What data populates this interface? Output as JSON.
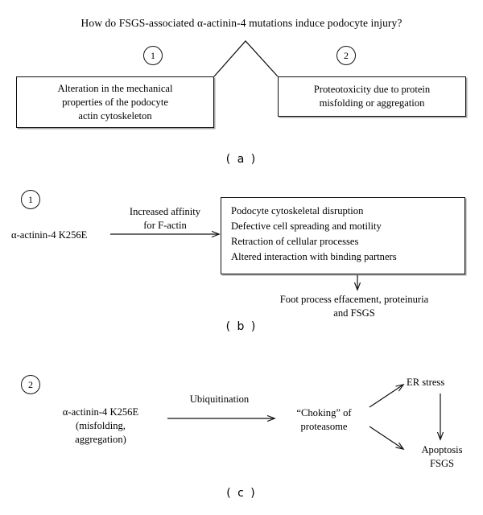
{
  "figure": {
    "title": "How do FSGS-associated α-actinin-4 mutations induce podocyte injury?",
    "background_color": "#ffffff",
    "line_color": "#111111",
    "panel_labels": {
      "a": "( a )",
      "b": "( b )",
      "c": "( c )"
    }
  },
  "panel_a": {
    "branch_1": {
      "marker": "1",
      "box_text_lines": [
        "Alteration in the mechanical",
        "properties of the podocyte",
        "actin cytoskeleton"
      ]
    },
    "branch_2": {
      "marker": "2",
      "box_text_lines": [
        "Proteotoxicity due to protein",
        "misfolding or aggregation"
      ]
    }
  },
  "panel_b": {
    "marker": "1",
    "source_label": "α-actinin-4 K256E",
    "arrow_label_lines": [
      "Increased affinity",
      "for F-actin"
    ],
    "outcome_box_lines": [
      "Podocyte cytoskeletal disruption",
      "Defective cell spreading and motility",
      "Retraction of cellular processes",
      "Altered interaction with binding partners"
    ],
    "final_outcome_lines": [
      "Foot process effacement, proteinuria",
      "and FSGS"
    ]
  },
  "panel_c": {
    "marker": "2",
    "source_lines": [
      "α-actinin-4 K256E",
      "(misfolding,",
      "aggregation)"
    ],
    "arrow_label": "Ubiquitination",
    "middle_lines": [
      "“Choking” of",
      "proteasome"
    ],
    "branch_upper": "ER stress",
    "branch_lower_lines": [
      "Apoptosis",
      "FSGS"
    ]
  }
}
